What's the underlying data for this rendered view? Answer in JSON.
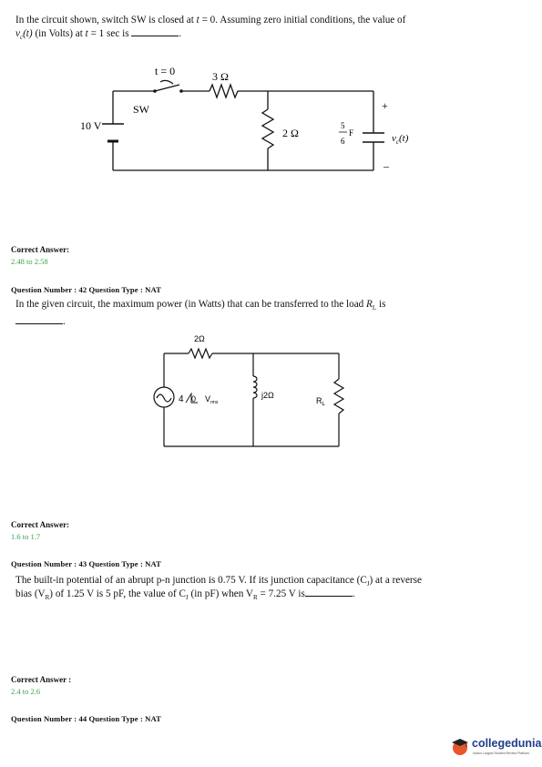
{
  "q41": {
    "line1": "In the circuit shown, switch SW is closed at ",
    "t_var": "t",
    "eq0": " = 0. Assuming zero initial conditions, the value of",
    "vc_v": "v",
    "vc_sub": "c",
    "vc_t": "(t)",
    "line2_mid": " (in Volts) at ",
    "t_var2": "t",
    "line2_end": " = 1 sec is",
    "circuit": {
      "switch_time": "t = 0",
      "switch_name": "SW",
      "r_series": "3 Ω",
      "source": "10 V",
      "r_shunt": "2 Ω",
      "cap_num": "5",
      "cap_den": "6",
      "cap_unit": "F",
      "plus": "+",
      "minus": "–",
      "vc_label": "v",
      "vc_label_sub": "c",
      "vc_label_t": "(t)"
    },
    "correct_label": "Correct Answer:",
    "answer": "2.48 to 2.58"
  },
  "q42": {
    "header": "Question Number : 42 Question Type : NAT",
    "text": "In the given circuit, the maximum power (in Watts) that can be transferred to the load ",
    "rl": "R",
    "rl_sub": "L",
    "text_end": " is",
    "circuit": {
      "r_top": "2Ω",
      "source_mag": "4",
      "source_angle": "0",
      "source_unit": "V",
      "source_unit_sub": "rms",
      "inductor": "j2Ω",
      "load": "R",
      "load_sub": "L"
    },
    "correct_label": "Correct Answer:",
    "answer": "1.6 to 1.7"
  },
  "q43": {
    "header": "Question Number : 43 Question Type : NAT",
    "line1": "The built-in potential of an abrupt p-n junction is 0.75 V. If its junction capacitance (C",
    "sub_j": "J",
    "line1_end": ") at a reverse",
    "line2a": "bias (V",
    "sub_r": "R",
    "line2b": ") of 1.25 V is 5 pF, the value of C",
    "sub_j2": "J",
    "line2c": " (in pF) when V",
    "sub_r2": "R",
    "line2d": " = 7.25 V is",
    "correct_label": "Correct Answer :",
    "answer": "2.4 to 2.6"
  },
  "q44": {
    "header": "Question Number : 44 Question Type : NAT"
  },
  "logo": {
    "name": "collegedunia",
    "tagline": "India's Largest Student Review Platform"
  }
}
